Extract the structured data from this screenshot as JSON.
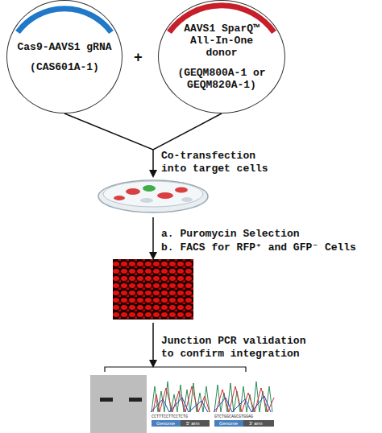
{
  "diagram": {
    "nodes": [
      {
        "text": [
          "Cas9-AAVS1 gRNA",
          "(CAS601A-1)"
        ]
      },
      {
        "text": [
          "AAVS1 SparQ™ All-In-One donor",
          "(GEQM800A-1 or GEQM820A-1)"
        ]
      }
    ],
    "labels": [
      "+",
      "Co-transfection into target cells",
      "a. Puromycin Selection",
      "b. FACS for RFP⁺ and GFP⁻ Cells",
      "Junction PCR validation to confirm integration",
      "CCTTTCCTTCCTCTG",
      "Genome",
      "5' arm",
      "GTCTGGCAGCGTGGAG",
      "Genome",
      "3' arm"
    ]
  }
}
